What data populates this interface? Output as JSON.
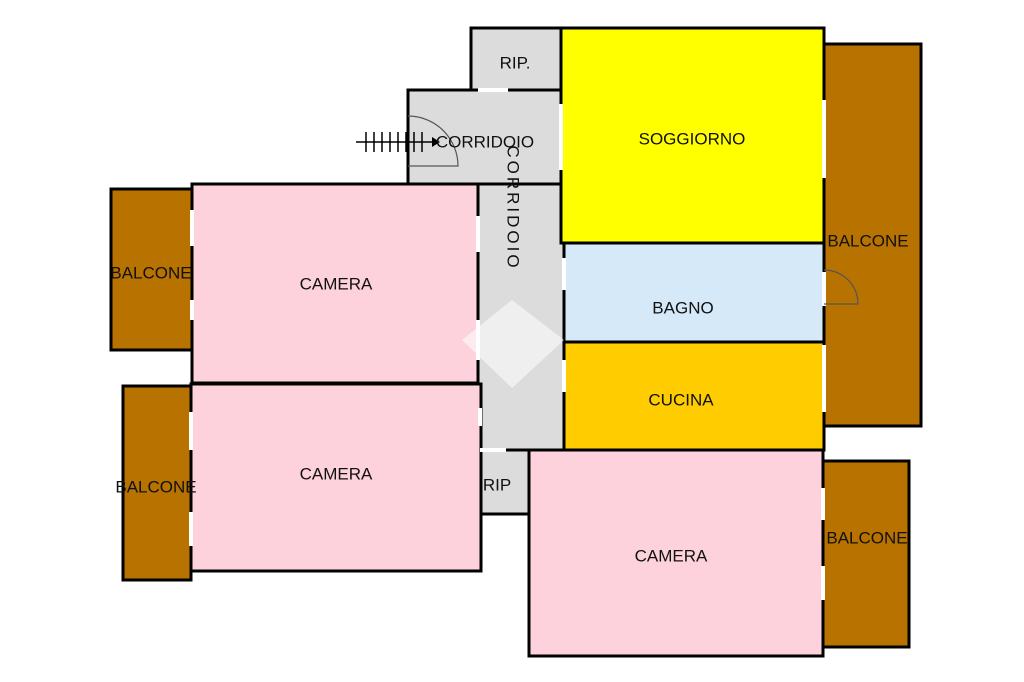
{
  "colors": {
    "camera": "#fdd2dc",
    "balcone": "#b77200",
    "corridoio": "#dcdcdc",
    "soggiorno": "#ffff00",
    "bagno": "#d6e9f8",
    "cucina": "#ffcc00"
  },
  "rooms": {
    "rip_top": "RIP.",
    "corridoio_top": "CORRIDOIO",
    "soggiorno": "SOGGIORNO",
    "corridoio_vertical": "CORRIDOIO",
    "balcone_right_top": "BALCONE",
    "balcone_left_top": "BALCONE",
    "camera_left_top": "CAMERA",
    "bagno": "BAGNO",
    "cucina": "CUCINA",
    "balcone_left_bottom": "BALCONE",
    "camera_left_bottom": "CAMERA",
    "rip_bottom": "RIP",
    "camera_right_bottom": "CAMERA",
    "balcone_right_bottom": "BALCONE"
  },
  "icons": {
    "stairs": "stairs-arrow-icon",
    "watermark": "watermark-logo-icon"
  }
}
